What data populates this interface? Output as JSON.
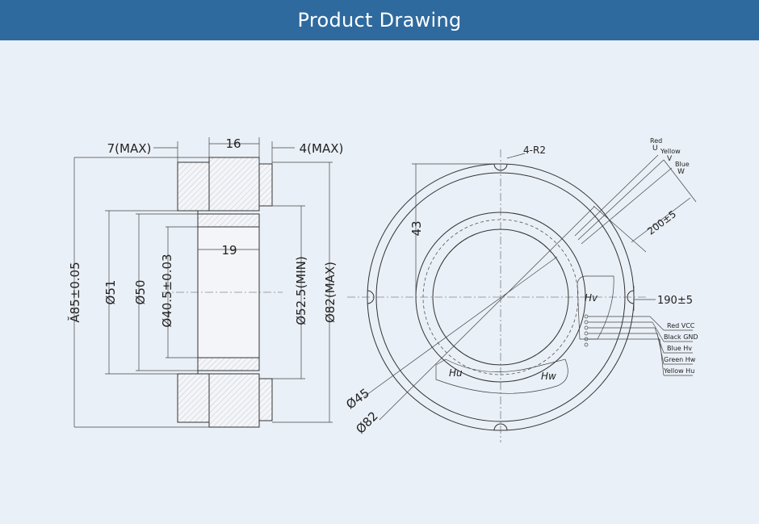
{
  "header": {
    "title": "Product Drawing"
  },
  "side_view": {
    "dim_7max": "7(MAX)",
    "dim_16": "16",
    "dim_4max": "4(MAX)",
    "dim_19": "19",
    "dim_85": "Ă85±0.05",
    "dim_51": "Ø51",
    "dim_50": "Ø50",
    "dim_40_5": "Ø40.5±0.03",
    "dim_52_5": "Ø52.5(MIN)",
    "dim_82max": "Ø82(MAX)"
  },
  "front_view": {
    "dim_4r2": "4-R2",
    "dim_43": "43",
    "dim_45": "Ø45",
    "dim_82": "Ø82",
    "dim_200": "200±5",
    "dim_190": "190±5",
    "sensor_hu": "Hu",
    "sensor_hw": "Hw",
    "sensor_hv": "Hv",
    "motor_leads": [
      "Red",
      "U",
      "Yellow",
      "V",
      "Blue",
      "W"
    ],
    "hall_leads": [
      "Red VCC",
      "Black GND",
      "Blue Hv",
      "Green Hw",
      "Yellow Hu"
    ]
  },
  "colors": {
    "header_bg": "#2f6a9e",
    "page_bg": "#eaf0f7",
    "line": "#333333"
  }
}
